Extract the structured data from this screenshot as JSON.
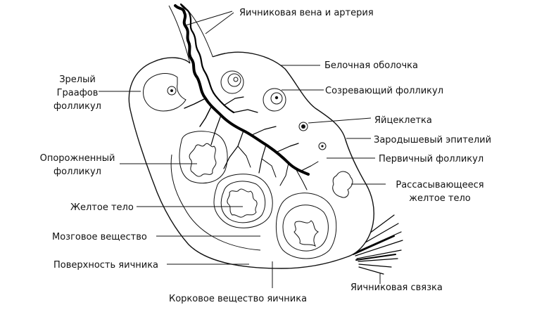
{
  "labels": {
    "ovarian_vein_artery": "Яичниковая вена и артерия",
    "tunica_albuginea": "Белочная оболочка",
    "mature_graafian": [
      "Зрелый",
      "Граафов",
      "фолликул"
    ],
    "maturing_follicle": "Созревающий фолликул",
    "oocyte": "Яйцеклетка",
    "germinal_epithelium": "Зародышевый эпителий",
    "empty_follicle": [
      "Опорожненный",
      "фолликул"
    ],
    "primary_follicle": "Первичный фолликул",
    "regressing_corpus_luteum": [
      "Рассасывающееся",
      "желтое тело"
    ],
    "corpus_luteum": "Желтое тело",
    "medulla": "Мозговое вещество",
    "ovary_surface": "Поверхность яичника",
    "ovarian_ligament": "Яичниковая связка",
    "ovarian_cortex": "Корковое вещество яичника"
  }
}
